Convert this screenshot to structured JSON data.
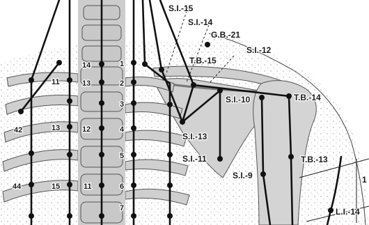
{
  "colors": {
    "bone": "#d6d6d6",
    "bone_edge": "#555555",
    "skin": "#ffffff",
    "meridian": "#111111",
    "text": "#1a1a1a"
  },
  "labels": {
    "si15": "S.I.-15",
    "si14": "S.I.-14",
    "gb21": "G.B.-21",
    "si12": "S.I.-12",
    "tb15": "T.B.-15",
    "tb14": "T.B.-14",
    "si10": "S.I.-10",
    "si13": "S.I.-13",
    "si11": "S.I.-11",
    "si9": "S.I.-9",
    "tb13": "T.B.-13",
    "li14": "L.I.-14",
    "n42": "42",
    "n44": "44",
    "c11a": "11",
    "c13a": "13",
    "c14": "14",
    "c13b": "13",
    "c12": "12",
    "c15": "15",
    "c11b": "11",
    "v1": "1",
    "v2": "2",
    "v3": "3",
    "v4": "4",
    "v5": "5",
    "v6": "6",
    "v7": "7",
    "edge1": "1"
  }
}
